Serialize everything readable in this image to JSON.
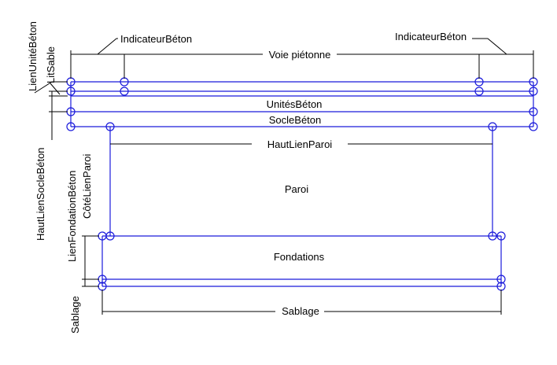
{
  "labels": {
    "indicator_left": "IndicateurBéton",
    "indicator_right": "IndicateurBéton",
    "walkway": "Voie piétonne",
    "concrete_units": "UnitésBéton",
    "concrete_base": "SocleBéton",
    "wall_top_link": "HautLienParoi",
    "wall": "Paroi",
    "foundations": "Fondations",
    "sanding": "Sablage",
    "link_concrete_unit": "LienUnitéBéton",
    "sand_bed": "LitSable",
    "top_link_concrete_base": "HautLienSocleBéton",
    "link_concrete_foundation": "LienFondationBéton",
    "wall_side_link": "CôtéLienParoi",
    "sanding_vertical": "Sablage"
  },
  "colors": {
    "geometry": "#1a1adb",
    "dimension": "#000000",
    "background": "#ffffff"
  }
}
